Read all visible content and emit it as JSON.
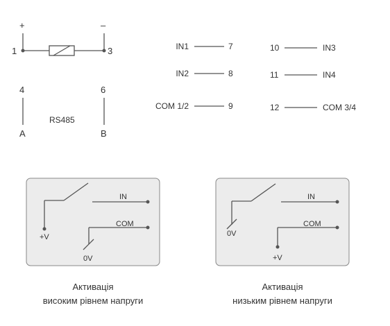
{
  "colors": {
    "line": "#555555",
    "panel_fill": "#ececec",
    "panel_stroke": "#888888",
    "text": "#333333"
  },
  "power": {
    "plus_sign": "+",
    "minus_sign": "–",
    "terminal_left": "1",
    "terminal_right": "3"
  },
  "rs485": {
    "terminal_a_num": "4",
    "terminal_b_num": "6",
    "label": "RS485",
    "line_a": "A",
    "line_b": "B"
  },
  "inputs": {
    "left": [
      {
        "name": "IN1",
        "terminal": "7"
      },
      {
        "name": "IN2",
        "terminal": "8"
      },
      {
        "name": "COM 1/2",
        "terminal": "9"
      }
    ],
    "right": [
      {
        "terminal": "10",
        "name": "IN3"
      },
      {
        "terminal": "11",
        "name": "IN4"
      },
      {
        "terminal": "12",
        "name": "COM 3/4"
      }
    ]
  },
  "panels": [
    {
      "in_label": "IN",
      "com_label": "COM",
      "plus_v_label": "+V",
      "zero_v_label": "0V",
      "caption_line1": "Активація",
      "caption_line2": "високим рівнем напруги"
    },
    {
      "in_label": "IN",
      "com_label": "COM",
      "zero_v_label": "0V",
      "plus_v_label": "+V",
      "caption_line1": "Активація",
      "caption_line2": "низьким рівнем напруги"
    }
  ]
}
